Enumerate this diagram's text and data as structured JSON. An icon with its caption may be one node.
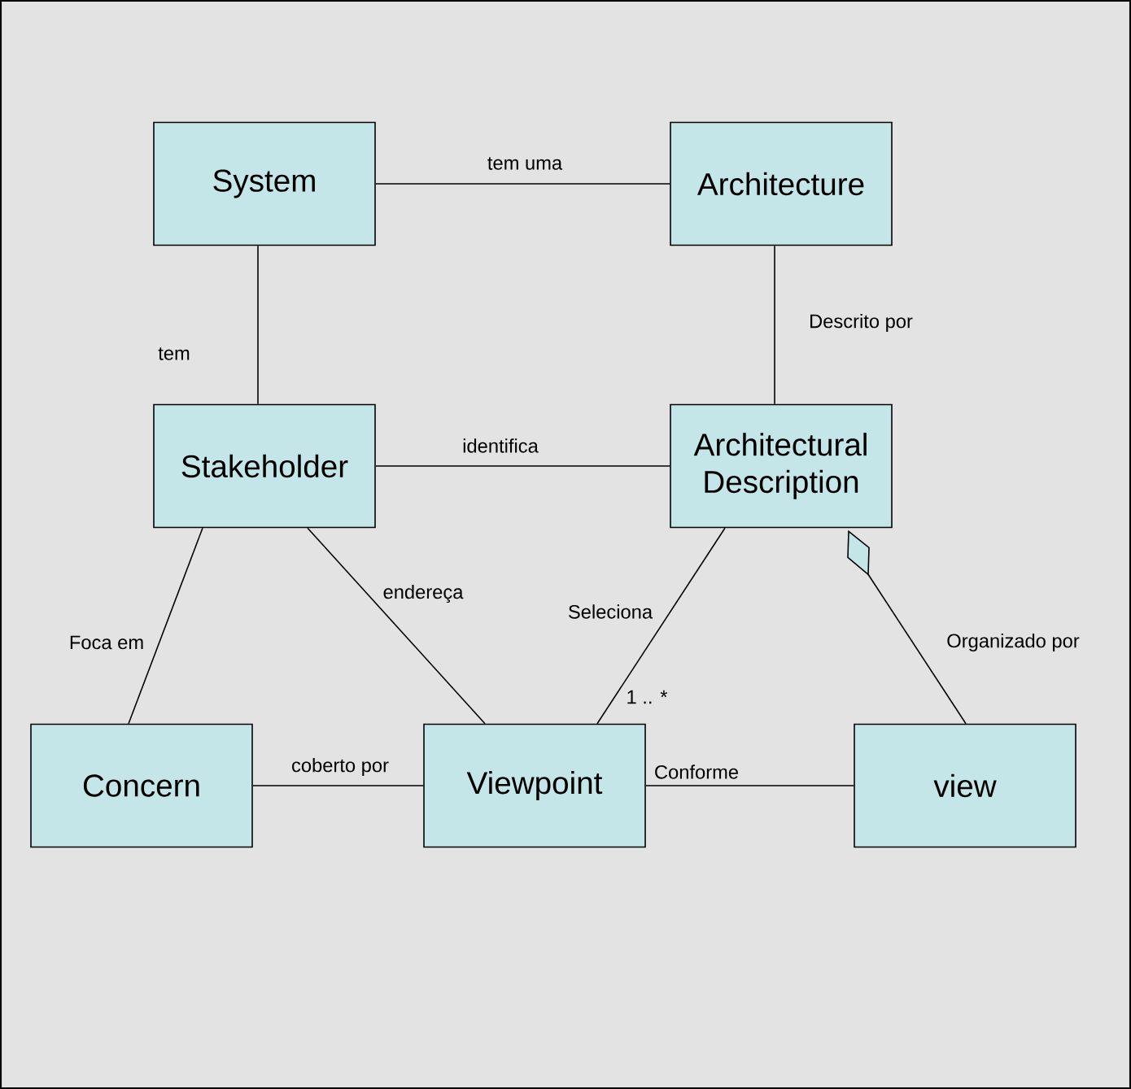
{
  "diagram": {
    "nodes": [
      {
        "text": [
          "System"
        ]
      },
      {
        "text": [
          "Architecture"
        ]
      },
      {
        "text": [
          "Stakeholder"
        ]
      },
      {
        "text": [
          "Architectural Description"
        ]
      },
      {
        "text": [
          "Concern"
        ]
      },
      {
        "text": [
          "Viewpoint"
        ]
      },
      {
        "text": [
          "view"
        ]
      }
    ],
    "edges": [
      {
        "from": 0,
        "to": 1,
        "arrow": "none",
        "label": "tem uma"
      },
      {
        "from": 0,
        "to": 2,
        "arrow": "none",
        "label": "tem"
      },
      {
        "from": 1,
        "to": 3,
        "arrow": "none",
        "label": "Descrito por"
      },
      {
        "from": 2,
        "to": 3,
        "arrow": "none",
        "label": "identifica"
      },
      {
        "from": 2,
        "to": 4,
        "arrow": "none",
        "label": "Foca em"
      },
      {
        "from": 2,
        "to": 5,
        "arrow": "none",
        "label": "endereça"
      },
      {
        "from": 3,
        "to": 5,
        "arrow": "none",
        "label": "Seleciona"
      },
      {
        "from": 6,
        "to": 3,
        "arrow": "other",
        "label": "Organizado por"
      },
      {
        "from": 4,
        "to": 5,
        "arrow": "none",
        "label": "coberto por"
      },
      {
        "from": 5,
        "to": 6,
        "arrow": "none",
        "label": "Conforme"
      }
    ],
    "labels": [
      "1 .. *"
    ]
  }
}
